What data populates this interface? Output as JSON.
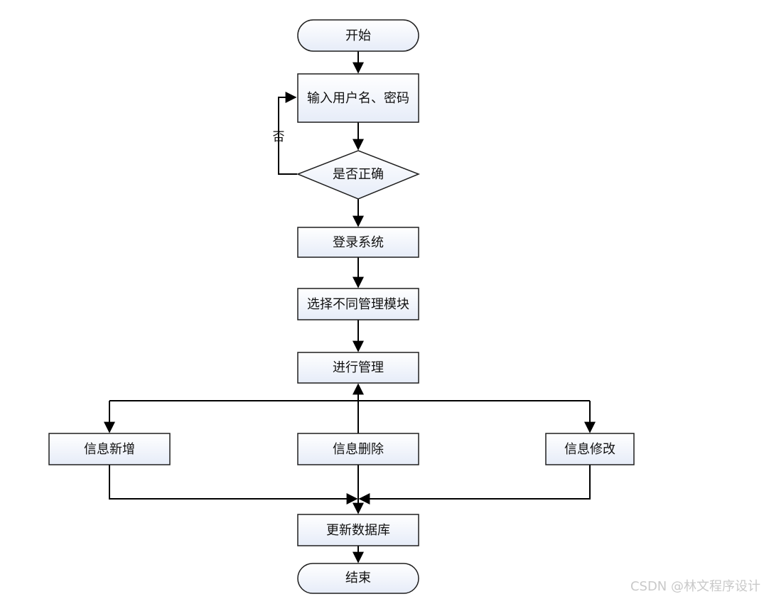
{
  "nodes": {
    "start": "开始",
    "input": "输入用户名、密码",
    "check": "是否正确",
    "login": "登录系统",
    "select": "选择不同管理模块",
    "manage": "进行管理",
    "add": "信息新增",
    "delete": "信息删除",
    "modify": "信息修改",
    "update": "更新数据库",
    "end": "结束"
  },
  "edge_labels": {
    "no": "否"
  },
  "watermark": "CSDN @林文程序设计",
  "colors": {
    "stroke": "#1f1f1f",
    "box_fill_top": "#ffffff",
    "box_fill_bottom": "#e8eef9",
    "watermark": "#c9c9c9"
  }
}
